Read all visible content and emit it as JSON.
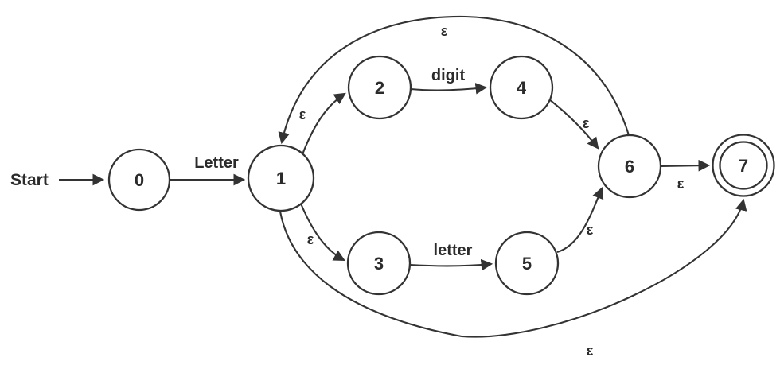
{
  "diagram": {
    "kind": "nfa-state-diagram",
    "start_label": "Start",
    "colors": {
      "stroke": "#333333",
      "text": "#2b2b2b",
      "background": "#ffffff"
    },
    "states": [
      {
        "id": "0",
        "label": "0",
        "accepting": false
      },
      {
        "id": "1",
        "label": "1",
        "accepting": false
      },
      {
        "id": "2",
        "label": "2",
        "accepting": false
      },
      {
        "id": "3",
        "label": "3",
        "accepting": false
      },
      {
        "id": "4",
        "label": "4",
        "accepting": false
      },
      {
        "id": "5",
        "label": "5",
        "accepting": false
      },
      {
        "id": "6",
        "label": "6",
        "accepting": false
      },
      {
        "id": "7",
        "label": "7",
        "accepting": true
      }
    ],
    "edges": [
      {
        "from": "start",
        "to": "0",
        "label": ""
      },
      {
        "from": "0",
        "to": "1",
        "label": "Letter"
      },
      {
        "from": "1",
        "to": "2",
        "label": "ε"
      },
      {
        "from": "1",
        "to": "3",
        "label": "ε"
      },
      {
        "from": "2",
        "to": "4",
        "label": "digit"
      },
      {
        "from": "3",
        "to": "5",
        "label": "letter"
      },
      {
        "from": "4",
        "to": "6",
        "label": "ε"
      },
      {
        "from": "5",
        "to": "6",
        "label": "ε"
      },
      {
        "from": "6",
        "to": "7",
        "label": "ε"
      },
      {
        "from": "6",
        "to": "1",
        "label": "ε"
      },
      {
        "from": "1",
        "to": "7",
        "label": "ε"
      }
    ]
  }
}
